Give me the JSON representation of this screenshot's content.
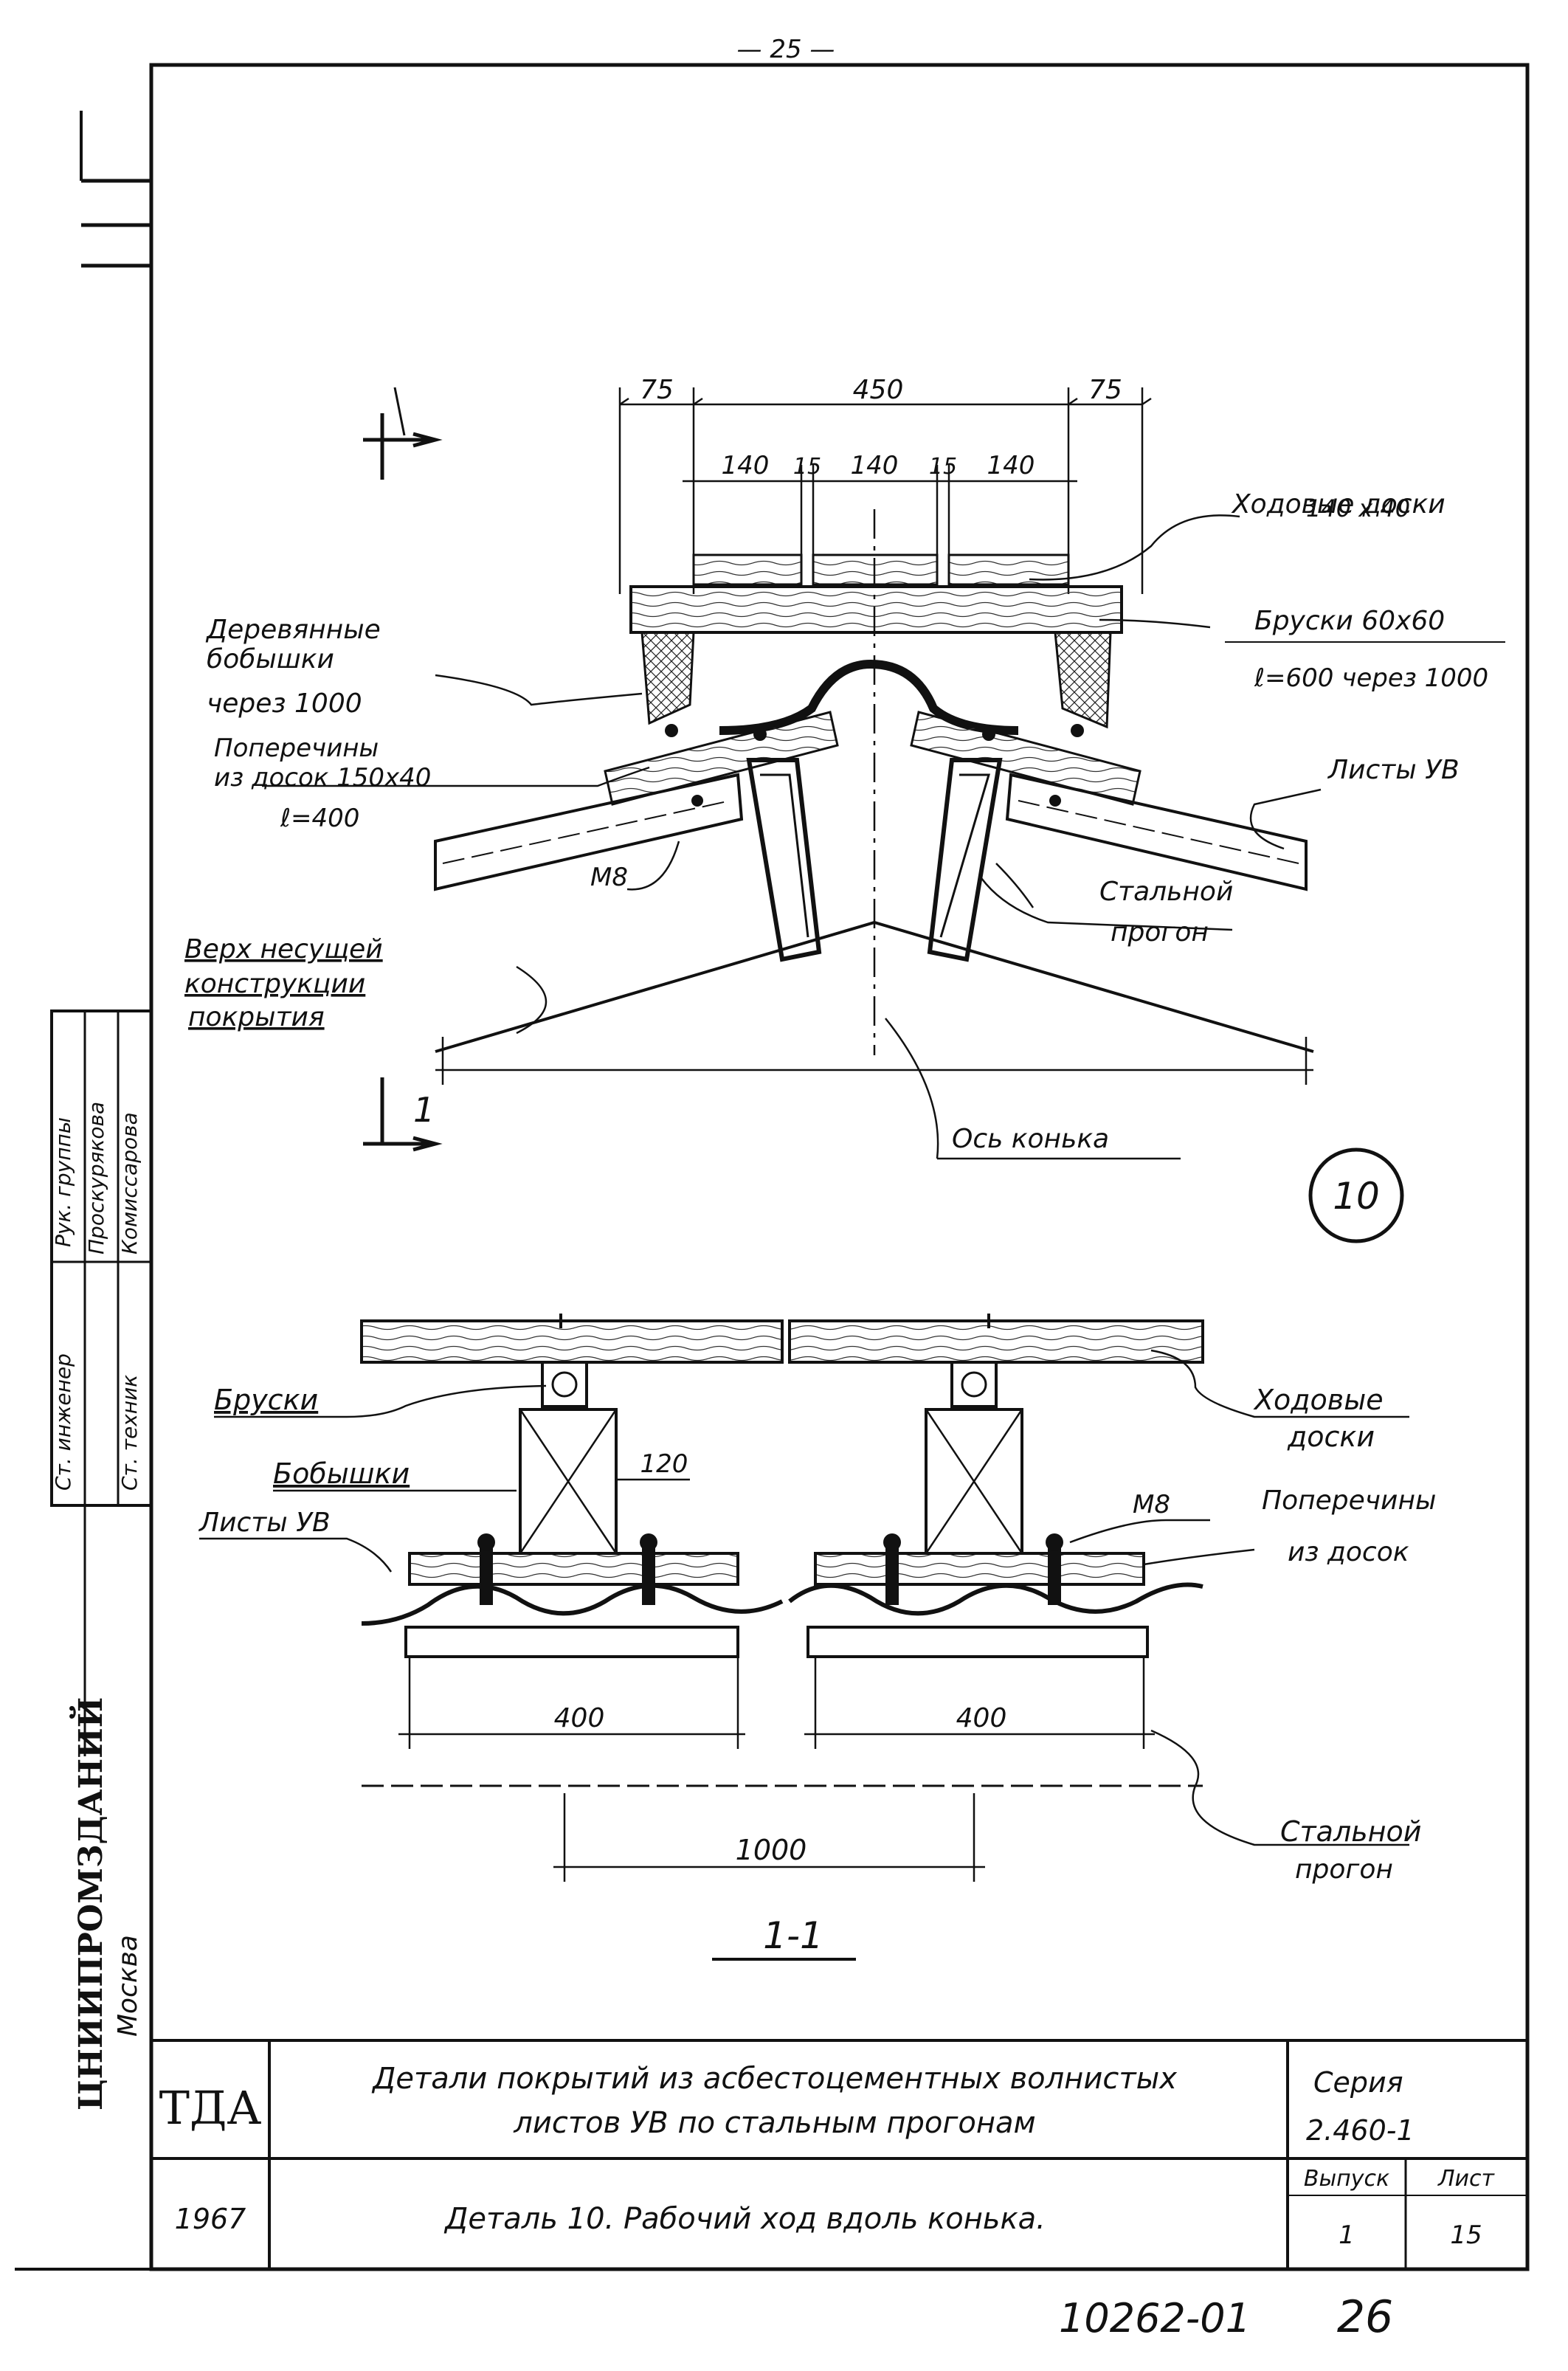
{
  "page_number": "— 25 —",
  "detail_no": "10",
  "section_mark": "1",
  "section_title": "1-1",
  "top_view": {
    "dimensions": {
      "left_offset": "75",
      "center": "450",
      "right_offset": "75",
      "board_1": "140",
      "gap_1": "15",
      "board_2": "140",
      "gap_2": "15",
      "board_3": "140"
    },
    "labels": {
      "walk_boards_1": "Ходовые доски",
      "walk_boards_2": "140 х 40",
      "bars_1": "Бруски 60х60",
      "bars_2": "ℓ=600 через 1000",
      "wood_blocks_1": "Деревянные",
      "wood_blocks_2": "бобышки",
      "wood_blocks_3": "через 1000",
      "crossbars_1": "Поперечины",
      "crossbars_2": "из досок 150х40",
      "crossbars_3": "ℓ=400",
      "sheets": "Листы УВ",
      "m8": "М8",
      "purlin_1": "Стальной",
      "purlin_2": "прогон",
      "top_structure_1": "Верх несущей",
      "top_structure_2": "конструкции",
      "top_structure_3": "покрытия",
      "ridge_axis": "Ось конька"
    }
  },
  "section_view": {
    "dimensions": {
      "block": "120",
      "crossbar_l": "400",
      "crossbar_r": "400",
      "spacing": "1000"
    },
    "labels": {
      "bars": "Бруски",
      "blocks": "Бобышки",
      "sheets": "Листы УВ",
      "m8": "М8",
      "walk_boards_1": "Ходовые",
      "walk_boards_2": "доски",
      "crossbars_1": "Поперечины",
      "crossbars_2": "из досок",
      "purlin_1": "Стальной",
      "purlin_2": "прогон"
    }
  },
  "side_stamp": {
    "org": "ЦНИИПРОМЗДАНИЙ",
    "city": "Москва",
    "rows": [
      {
        "role": "Рук. группы",
        "name": "Проскурякова"
      },
      {
        "role": "Ст. инженер",
        "name": ""
      },
      {
        "role": "Ст. техник",
        "name": "Комиссарова"
      }
    ]
  },
  "title_block": {
    "org_code": "ТДА",
    "title_1": "Детали покрытий из асбестоцементных волнистых",
    "title_2": "листов УВ по стальным прогонам",
    "series_label": "Серия",
    "series": "2.460-1",
    "year": "1967",
    "sheet_title": "Деталь 10. Рабочий ход вдоль конька.",
    "issue_label": "Выпуск",
    "issue": "1",
    "sheet_label": "Лист",
    "sheet": "15"
  },
  "archive_no": "10262-01",
  "archive_page": "26"
}
